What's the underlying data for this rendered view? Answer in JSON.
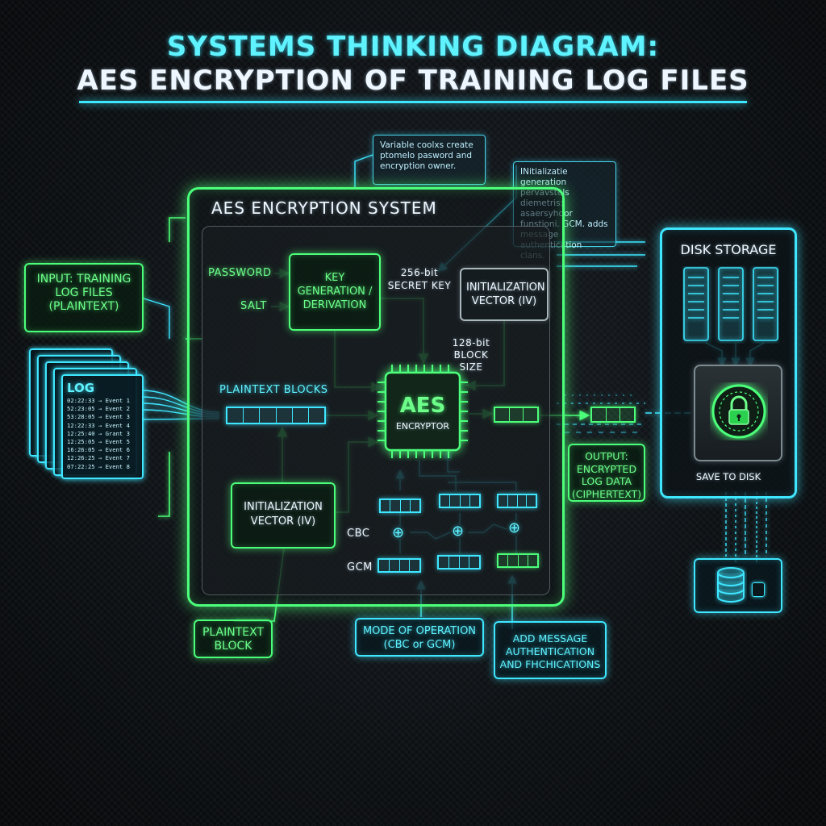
{
  "header": {
    "title_line1": "SYSTEMS THINKING DIAGRAM:",
    "title_line2": "AES ENCRYPTION OF TRAINING LOG FILES"
  },
  "input": {
    "label": "INPUT: TRAINING LOG FILES (PLAINTEXT)",
    "log_title": "LOG",
    "log_lines": [
      "02:22:33 → Event 1",
      "52:23:05 → Event 2",
      "53:28:05 → Event 3",
      "12:22:33 → Event 4",
      "12:25:40 → Grant 3",
      "12:25:05 → Event 5",
      "16:26:05 → Event 6",
      "12:26:25 → Event 7",
      "07:22:25 → Event 8"
    ]
  },
  "system": {
    "title": "AES ENCRYPTION SYSTEM",
    "password_label": "PASSWORD",
    "salt_label": "SALT",
    "keygen_label": "KEY GENERATION / DERIVATION",
    "key_size_label": "256-bit SECRET KEY",
    "iv_top_label": "INITIALIZATION VECTOR (IV)",
    "block_size_label": "128-bit BLOCK SIZE",
    "plaintext_blocks_label": "PLAINTEXT BLOCKS",
    "aes_label": "AES",
    "encryptor_label": "ENCRYPTOR",
    "iv_bottom_label": "INITIALIZATION VECTOR (IV)",
    "cbc_label": "CBC",
    "gcm_label": "GCM"
  },
  "notes": {
    "top": "Variable coolxs create ptomelo pasword and encryption owner.",
    "right": "INitializatie generation pervavstels diemetris: asaersyhdor funstioni. GCM. adds message authentication clans."
  },
  "bottom": {
    "plaintext_block_label": "PLAINTEXT BLOCK",
    "mode_label": "MODE OF OPERATION (CBC or GCM)",
    "auth_label": "ADD MESSAGE AUTHENTICATION AND FHCHICATIONS"
  },
  "output": {
    "label": "OUTPUT: ENCRYPTED LOG DATA (CIPHERTEXT)"
  },
  "storage": {
    "title": "DISK STORAGE",
    "save_label": "SAVE TO DISK"
  },
  "icons": [
    "lock-icon",
    "database-icon",
    "server-rack-icon",
    "chip-icon",
    "xor-icon"
  ],
  "colors": {
    "green": "#4cff7a",
    "cyan": "#3ee6ff",
    "background": "#0d1013"
  }
}
